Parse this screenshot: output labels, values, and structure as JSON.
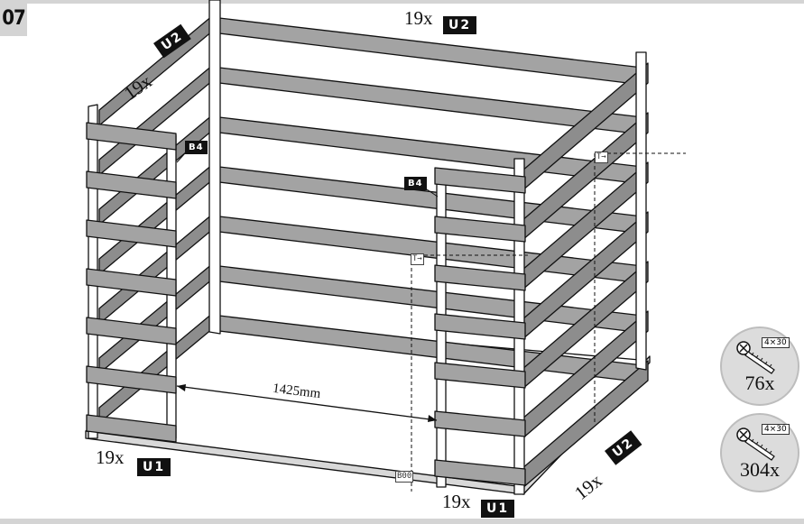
{
  "step": {
    "number": "07"
  },
  "labels": {
    "back_qty": "19x",
    "back_part": "U2",
    "left_qty": "19x",
    "left_part": "U2",
    "right_qty": "19x",
    "right_part": "U2",
    "front_left_qty": "19x",
    "front_left_part": "U1",
    "front_right_qty": "19x",
    "front_right_part": "U1",
    "post_left": "B4",
    "post_right": "B4",
    "dimension": "1425mm",
    "code_a": "Т→",
    "code_b": "Т→",
    "code_floor": "B00"
  },
  "hardware": [
    {
      "count": "76x",
      "size": "4×30",
      "icon": "screw-icon"
    },
    {
      "count": "304x",
      "size": "4×30",
      "icon": "screw-icon"
    }
  ],
  "colors": {
    "plank": "#a3a3a3",
    "plank_dark": "#8d8d8d",
    "outline": "#111111",
    "badge": "#dcdcdc"
  }
}
